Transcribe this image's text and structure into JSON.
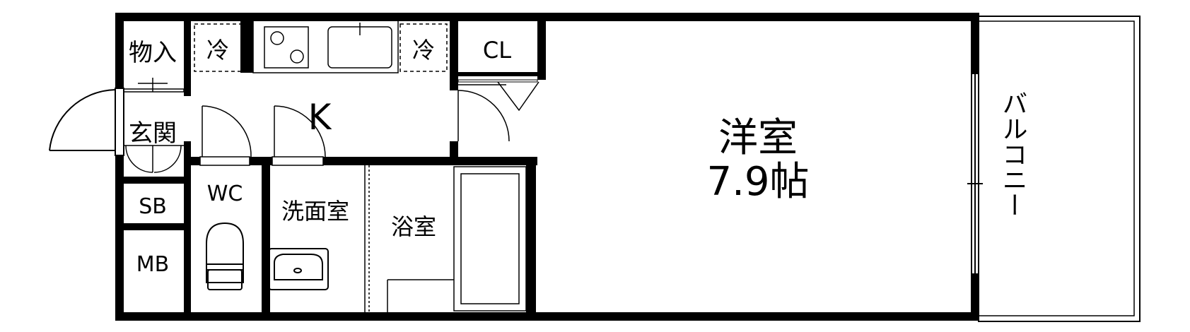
{
  "rooms": {
    "storage": "物入",
    "fridge_left": "冷",
    "fridge_right": "冷",
    "closet": "CL",
    "kitchen": "K",
    "entrance": "玄関",
    "shoe_box": "SB",
    "meter_box": "MB",
    "toilet": "WC",
    "washroom": "洗面室",
    "bathroom": "浴室",
    "western_room": "洋室",
    "western_room_size": "7.9帖",
    "balcony": "バルコニー"
  }
}
